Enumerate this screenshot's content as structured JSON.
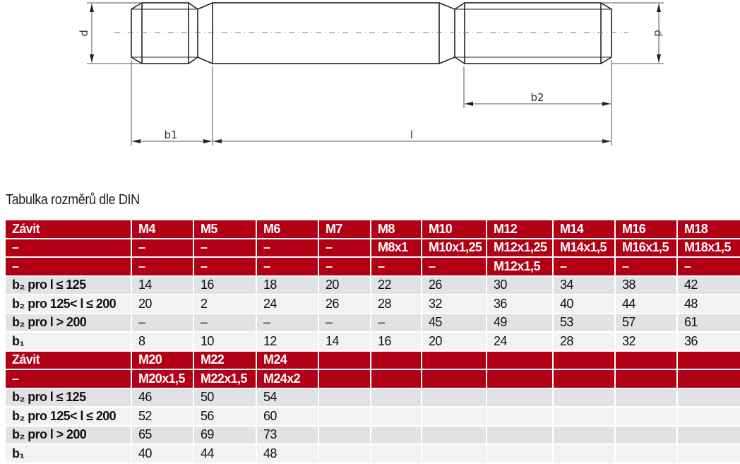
{
  "drawing": {
    "labels": {
      "d_left": "d",
      "d_right": "d",
      "b1": "b1",
      "b2": "b2",
      "l": "l"
    }
  },
  "caption": "Tabulka rozměrů dle DIN",
  "table": {
    "rows": [
      {
        "type": "head",
        "cells": [
          "Závit",
          "M4",
          "M5",
          "M6",
          "M7",
          "M8",
          "M10",
          "M12",
          "M14",
          "M16",
          "M18"
        ]
      },
      {
        "type": "head",
        "cells": [
          "–",
          "–",
          "–",
          "–",
          "–",
          "M8x1",
          "M10x1,25",
          "M12x1,25",
          "M14x1,5",
          "M16x1,5",
          "M18x1,5"
        ]
      },
      {
        "type": "head",
        "cells": [
          "–",
          "–",
          "–",
          "–",
          "–",
          "–",
          "–",
          "M12x1,5",
          "–",
          "–",
          "–"
        ]
      },
      {
        "type": "data",
        "shade": "g1",
        "cells": [
          "b₂ pro l ≤ 125",
          "14",
          "16",
          "18",
          "20",
          "22",
          "26",
          "30",
          "34",
          "38",
          "42"
        ]
      },
      {
        "type": "data",
        "shade": "g2",
        "cells": [
          "b₂ pro 125< l ≤ 200",
          "20",
          "2",
          "24",
          "26",
          "28",
          "32",
          "36",
          "40",
          "44",
          "48"
        ]
      },
      {
        "type": "data",
        "shade": "g1",
        "cells": [
          "b₂ pro l > 200",
          "–",
          "–",
          "–",
          "–",
          "–",
          "45",
          "49",
          "53",
          "57",
          "61"
        ]
      },
      {
        "type": "data",
        "shade": "g2",
        "cells": [
          "b₁",
          "8",
          "10",
          "12",
          "14",
          "16",
          "20",
          "24",
          "28",
          "32",
          "36"
        ]
      },
      {
        "type": "head",
        "cells": [
          "Závit",
          "M20",
          "M22",
          "M24",
          "",
          "",
          "",
          "",
          "",
          "",
          ""
        ]
      },
      {
        "type": "head",
        "cells": [
          "–",
          "M20x1,5",
          "M22x1,5",
          "M24x2",
          "",
          "",
          "",
          "",
          "",
          "",
          ""
        ]
      },
      {
        "type": "data",
        "shade": "g1",
        "cells": [
          "b₂ pro l ≤ 125",
          "46",
          "50",
          "54",
          "",
          "",
          "",
          "",
          "",
          "",
          ""
        ]
      },
      {
        "type": "data",
        "shade": "g2",
        "cells": [
          "b₂ pro 125< l ≤ 200",
          "52",
          "56",
          "60",
          "",
          "",
          "",
          "",
          "",
          "",
          ""
        ]
      },
      {
        "type": "data",
        "shade": "g1",
        "cells": [
          "b₂ pro l > 200",
          "65",
          "69",
          "73",
          "",
          "",
          "",
          "",
          "",
          "",
          ""
        ]
      },
      {
        "type": "data",
        "shade": "g2",
        "cells": [
          "b₁",
          "40",
          "44",
          "48",
          "",
          "",
          "",
          "",
          "",
          "",
          ""
        ]
      }
    ]
  }
}
